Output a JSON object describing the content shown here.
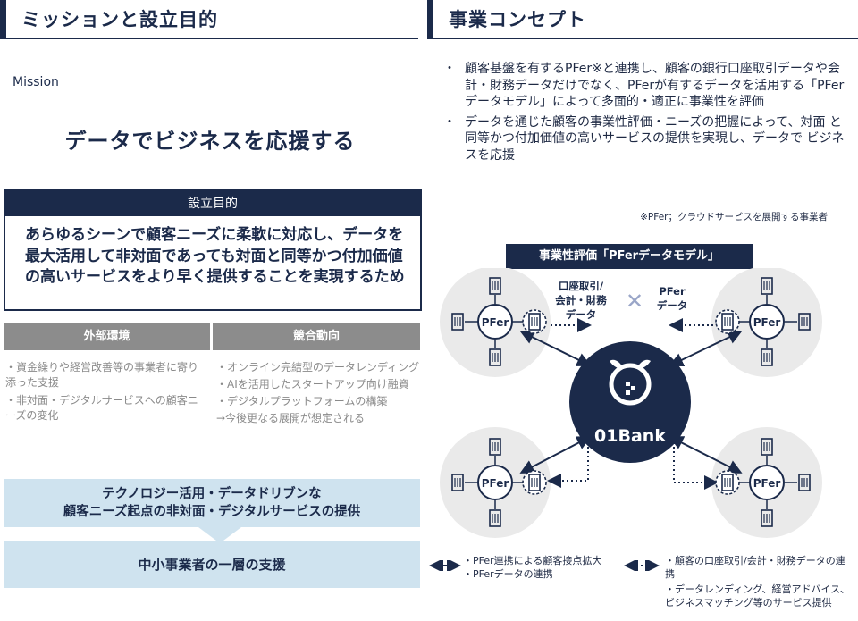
{
  "left_section": {
    "header": "ミッションと設立目的",
    "mission_label": "Mission",
    "mission_text": "データでビジネスを応援する",
    "purpose": {
      "title": "設立目的",
      "body": "あらゆるシーンで顧客ニーズに柔軟に対応し、データを 最大活用して非対面であっても対面と同等かつ付加価値の高いサービスをより早く提供することを実現するため"
    },
    "environment": {
      "external": {
        "title": "外部環境",
        "items": [
          "・資金繰りや経営改善等の事業者に寄り添った支援",
          "・非対面・デジタルサービスへの顧客ニーズの変化"
        ]
      },
      "competition": {
        "title": "競合動向",
        "items": [
          "・オンライン完結型のデータレンディング",
          "・AIを活用したスタートアップ向け融資",
          "・デジタルプラットフォームの構築",
          "→今後更なる展開が想定される"
        ]
      }
    },
    "tech_line1": "テクノロジー活用・データドリブンな",
    "tech_line2": "顧客ニーズ起点の非対面・デジタルサービスの提供",
    "support": "中小事業者の一層の支援"
  },
  "right_section": {
    "header": "事業コンセプト",
    "bullets": [
      {
        "dot": "・",
        "text": "顧客基盤を有するPFer※と連携し、顧客の銀行口座取引データや会計・財務データだけでなく、PFerが有するデータを活用する「PFerデータモデル」によって多面的・適正に事業性を評価"
      },
      {
        "dot": "・",
        "text": "データを通じた顧客の事業性評価・ニーズの把握によって、対面 と同等かつ付加価値の高いサービスの提供を実現し、データで ビジネスを応援"
      }
    ],
    "note": "※PFer；クラウドサービスを展開する事業者",
    "model_title": "事業性評価「PFerデータモデル」",
    "diagram": {
      "center_label": "01Bank",
      "node_label": "PFer",
      "data_left_line1": "口座取引/",
      "data_left_line2": "会計・財務",
      "data_left_line3": "データ",
      "cross": "✕",
      "data_right_line1": "PFer",
      "data_right_line2": "データ"
    },
    "legend": {
      "solid_items": [
        "・PFer連携による顧客接点拡大",
        "・PFerデータの連携"
      ],
      "dotted_items": [
        "・顧客の口座取引/会計・財務データの連携",
        "・データレンディング、経営アドバイス､ビジネスマッチング等のサービス提供"
      ]
    }
  },
  "colors": {
    "navy": "#1b2a4a",
    "light_blue": "#cfe3ef",
    "gray": "#8c8c8c",
    "circle_gray": "#eaeaea"
  }
}
